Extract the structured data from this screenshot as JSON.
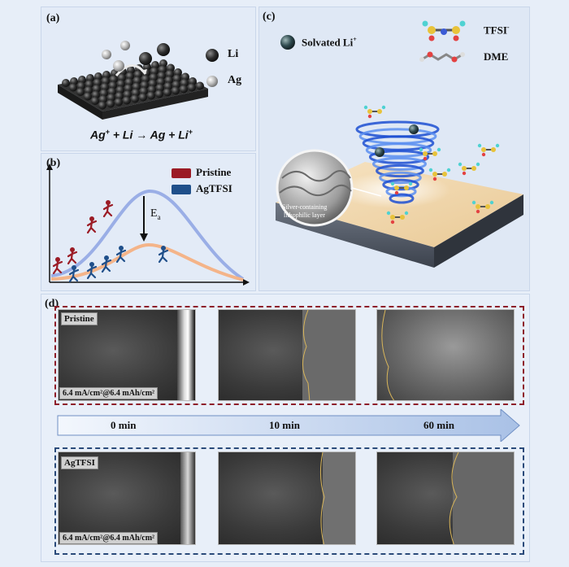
{
  "panel_a": {
    "label": "(a)",
    "legend_li": "Li",
    "legend_ag": "Ag",
    "eq_lhs": "Ag",
    "eq_plus1": "+",
    "eq_mid": "+ Li → Ag + Li",
    "eq_plus2": "+"
  },
  "panel_b": {
    "label": "(b)",
    "legend_pristine": "Pristine",
    "legend_agtfsi": "AgTFSI",
    "energy_label": "E",
    "energy_sub": "a",
    "colors": {
      "pristine": "#9b1b25",
      "agtfsi": "#1f4f8a",
      "curve_high": "#9aaee6",
      "curve_low": "#f4b489"
    }
  },
  "panel_c": {
    "label": "(c)",
    "legend_solvated": "Solvated Li",
    "legend_solvated_sup": "+",
    "legend_tfsi": "TFSI",
    "legend_tfsi_sup": "-",
    "legend_dme": "DME",
    "layer_label_1": "Silver-containing",
    "layer_label_2": "lithophilic layer"
  },
  "panel_d": {
    "label": "(d)",
    "row1_tag": "Pristine",
    "row2_tag": "AgTFSI",
    "condition": "6.4 mA/cm²@6.4 mAh/cm²",
    "time_0": "0 min",
    "time_10": "10 min",
    "time_60": "60 min"
  }
}
